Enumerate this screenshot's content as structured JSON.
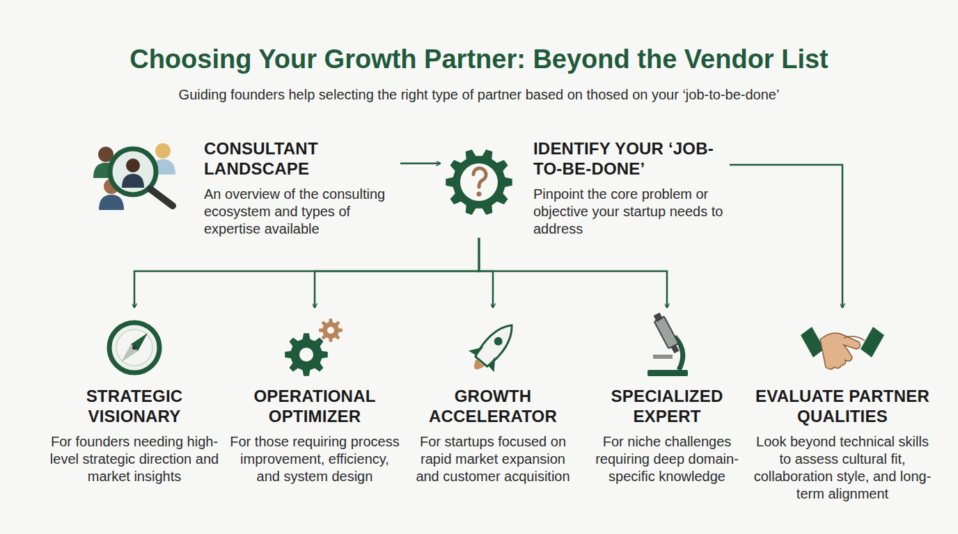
{
  "diagram": {
    "title": "Choosing Your Growth Partner: Beyond the Vendor List",
    "caption": "Guiding founders help selecting the right type of partner based on thosed on your ‘job-to-be-done’",
    "nodes": [
      {
        "text": [
          "CONSULTANT LANDSCAPE",
          "An overview of the consulting ecosystem and types of expertise available"
        ]
      },
      {
        "text": [
          "IDENTIFY YOUR ‘JOB-TO-BE-DONE’",
          "Pinpoint the core problem or objective your startup needs to address"
        ]
      },
      {
        "text": [
          "STRATEGIC VISIONARY",
          "For founders needing high-level strategic direction and market insights"
        ]
      },
      {
        "text": [
          "OPERATIONAL OPTIMIZER",
          "For those requiring process improvement, efficiency, and system design"
        ]
      },
      {
        "text": [
          "GROWTH ACCELERATOR",
          "For startups focused on rapid market expansion and customer acquisition"
        ]
      },
      {
        "text": [
          "SPECIALIZED EXPERT",
          "For niche challenges requiring deep domain-specific knowledge"
        ]
      },
      {
        "text": [
          "EVALUATE PARTNER QUALITIES",
          "Look beyond technical skills to assess cultural fit, collaboration style, and long-term alignment"
        ]
      }
    ],
    "edges": [
      {
        "from": 0,
        "to": 1,
        "arrow": "to"
      },
      {
        "from": 1,
        "to": 2,
        "arrow": "to"
      },
      {
        "from": 1,
        "to": 3,
        "arrow": "to"
      },
      {
        "from": 1,
        "to": 4,
        "arrow": "to"
      },
      {
        "from": 1,
        "to": 5,
        "arrow": "to"
      },
      {
        "from": 1,
        "to": 6,
        "arrow": "to"
      }
    ]
  }
}
